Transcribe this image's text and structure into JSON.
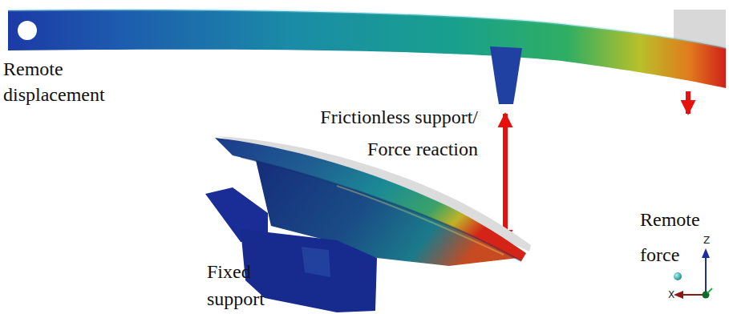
{
  "diagram": {
    "labels": [
      "Remote displacement",
      "Frictionless support/ Force reaction",
      "Remote force",
      "Fixed support",
      "Z",
      "X"
    ]
  }
}
